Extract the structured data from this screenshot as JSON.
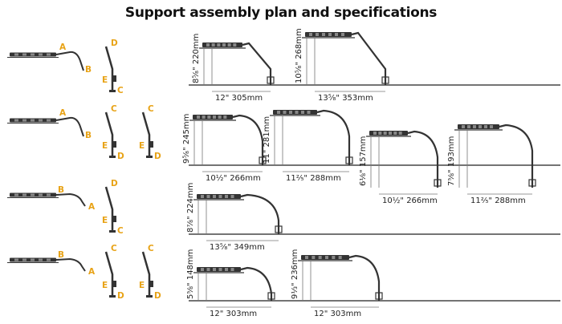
{
  "title": "Support assembly plan and specifications",
  "colors": {
    "accent": "#e8a317",
    "line": "#222222",
    "fixture": "#333333"
  },
  "rows": [
    {
      "parts": {
        "fixture_labels": [
          "A",
          "B"
        ],
        "arm1_labels": [
          "D",
          "E",
          "C"
        ]
      },
      "configs": [
        {
          "width_text": "12\"  305mm",
          "height_text": "8⁵⁄₈\"  220mm"
        },
        {
          "width_text": "13⁵⁄₈\"  353mm",
          "height_text": "10⁵⁄₈\"  268mm"
        }
      ]
    },
    {
      "parts": {
        "fixture_labels": [
          "A",
          "B"
        ],
        "arm1_labels": [
          "C",
          "E",
          "D"
        ],
        "arm2_labels": [
          "C",
          "E",
          "D"
        ]
      },
      "configs": [
        {
          "width_text": "10½\"  266mm",
          "height_text": "9⁵⁄₈\"  245mm"
        },
        {
          "width_text": "11⅖\"  288mm",
          "height_text": "11\"  281mm"
        },
        {
          "width_text": "10½\"  266mm",
          "height_text": "6⅛\"  157mm"
        },
        {
          "width_text": "11⅖\"  288mm",
          "height_text": "7⅝\"  193mm"
        }
      ]
    },
    {
      "parts": {
        "fixture_labels": [
          "B",
          "A"
        ],
        "arm1_labels": [
          "D",
          "E",
          "C"
        ]
      },
      "configs": [
        {
          "width_text": "13⁵⁄₈\"  349mm",
          "height_text": "8⅞\"  224mm"
        }
      ]
    },
    {
      "parts": {
        "fixture_labels": [
          "B",
          "A"
        ],
        "arm1_labels": [
          "C",
          "E",
          "D"
        ],
        "arm2_labels": [
          "C",
          "E",
          "D"
        ]
      },
      "configs": [
        {
          "width_text": "12\"  303mm",
          "height_text": "5⅝\"  148mm"
        },
        {
          "width_text": "12\"  303mm",
          "height_text": "9⅓\"  236mm"
        }
      ]
    }
  ]
}
